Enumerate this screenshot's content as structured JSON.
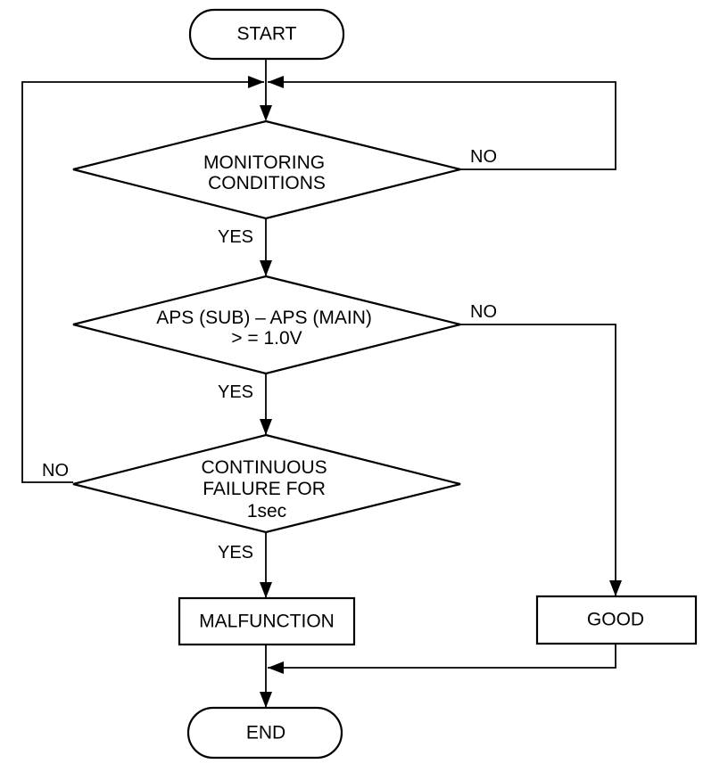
{
  "nodes": {
    "start": "START",
    "monitoring": [
      "MONITORING",
      "CONDITIONS"
    ],
    "aps": [
      "APS (SUB) – APS (MAIN)",
      "> = 1.0V"
    ],
    "continuous": [
      "CONTINUOUS",
      "FAILURE FOR",
      "1sec"
    ],
    "malfunction": "MALFUNCTION",
    "good": "GOOD",
    "end": "END"
  },
  "labels": {
    "monitoring_yes": "YES",
    "monitoring_no": "NO",
    "aps_yes": "YES",
    "aps_no": "NO",
    "continuous_yes": "YES",
    "continuous_no": "NO"
  }
}
